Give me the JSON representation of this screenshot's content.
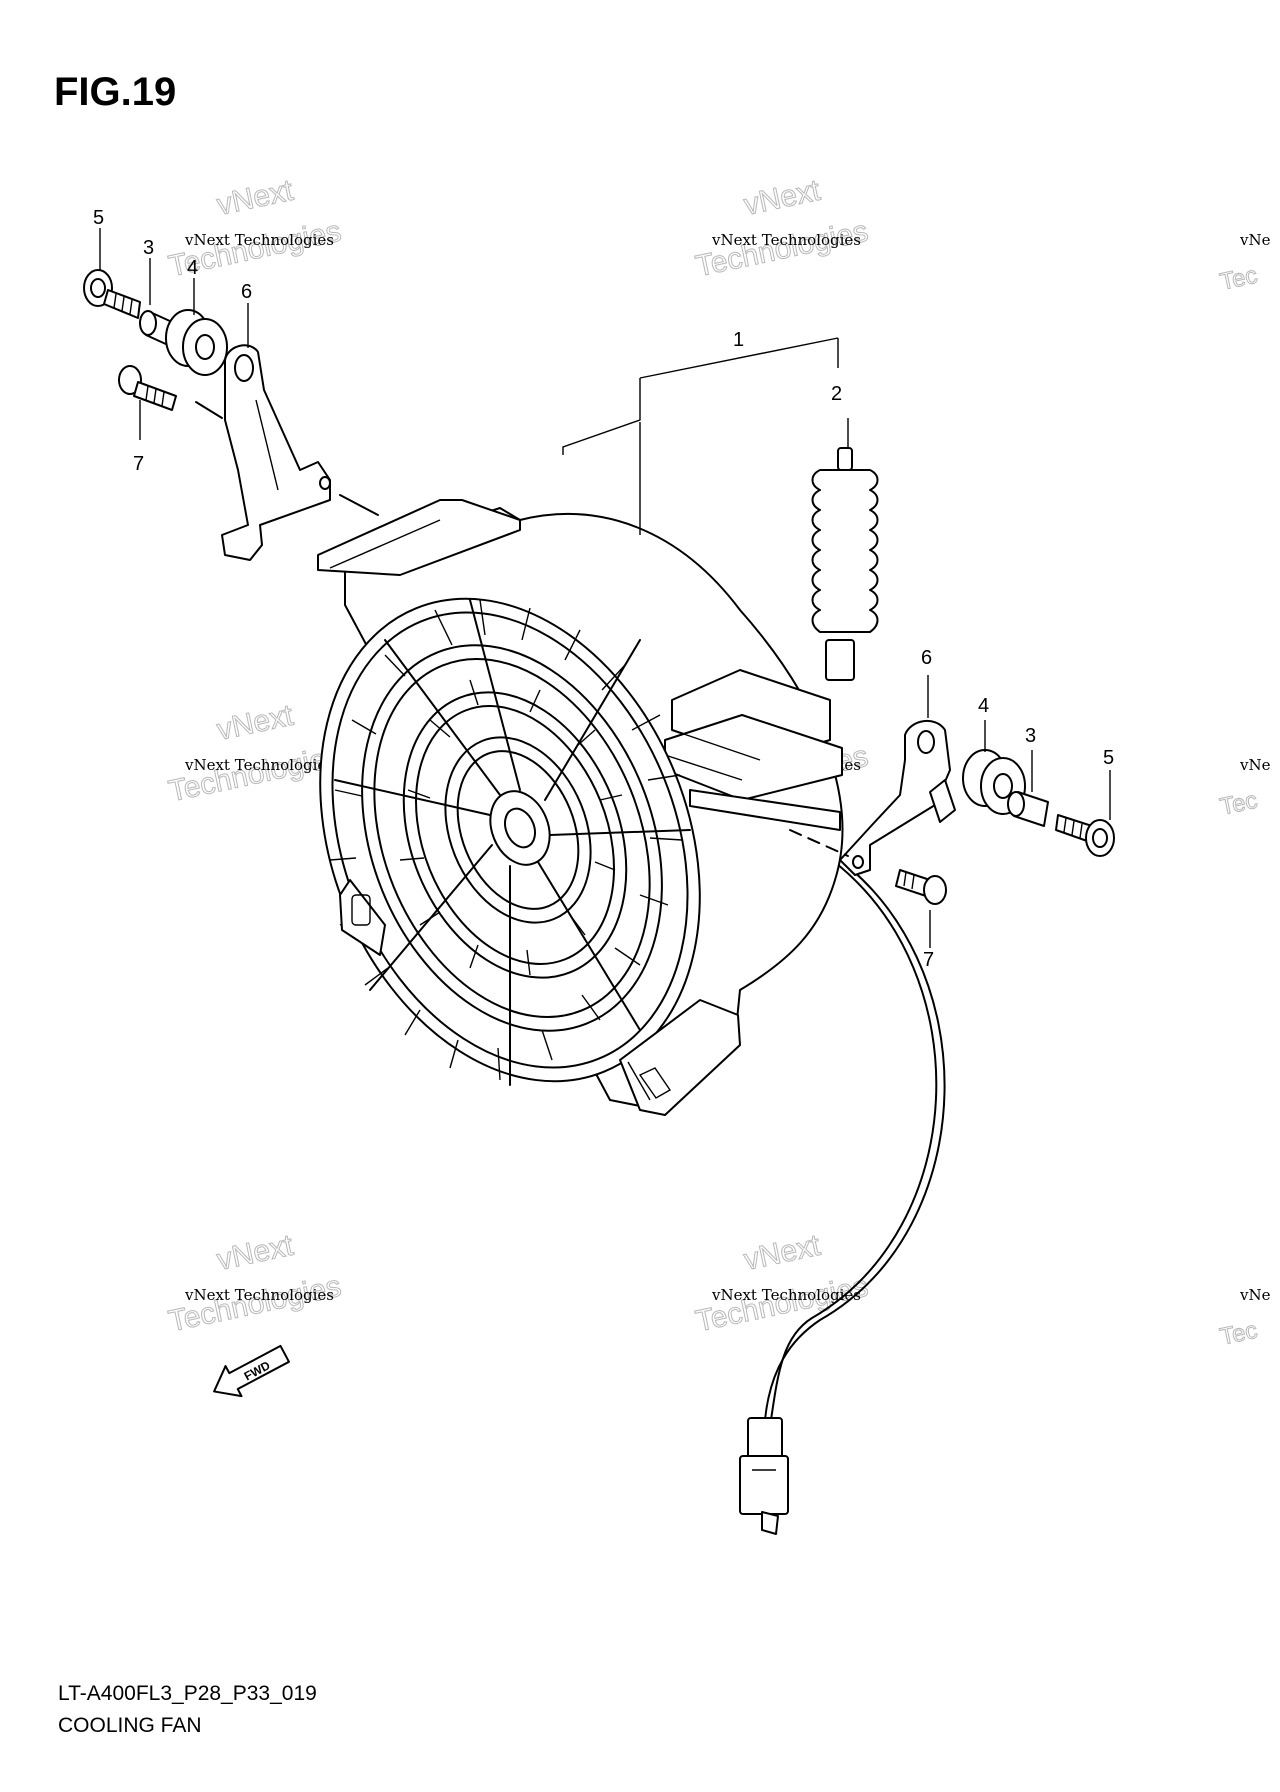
{
  "figure": {
    "title": "FIG.19"
  },
  "footer": {
    "model_code": "LT-A400FL3_P28_P33_019",
    "section_name": "COOLING FAN"
  },
  "callouts": {
    "c1": "1",
    "c2": "2",
    "c3_left": "3",
    "c4_left": "4",
    "c5_left": "5",
    "c6_left": "6",
    "c7_left": "7",
    "c3_right": "3",
    "c4_right": "4",
    "c5_right": "5",
    "c6_right": "6",
    "c7_right": "7"
  },
  "fwd_arrow": {
    "label": "FWD"
  },
  "watermark": {
    "line1": "vNext Technologies",
    "big1": "vNext",
    "big2": "Technologies",
    "edge1": "vNe",
    "edge2": "Tec"
  },
  "colors": {
    "line": "#000000",
    "watermark": "#b8b8b8",
    "background": "#ffffff"
  }
}
